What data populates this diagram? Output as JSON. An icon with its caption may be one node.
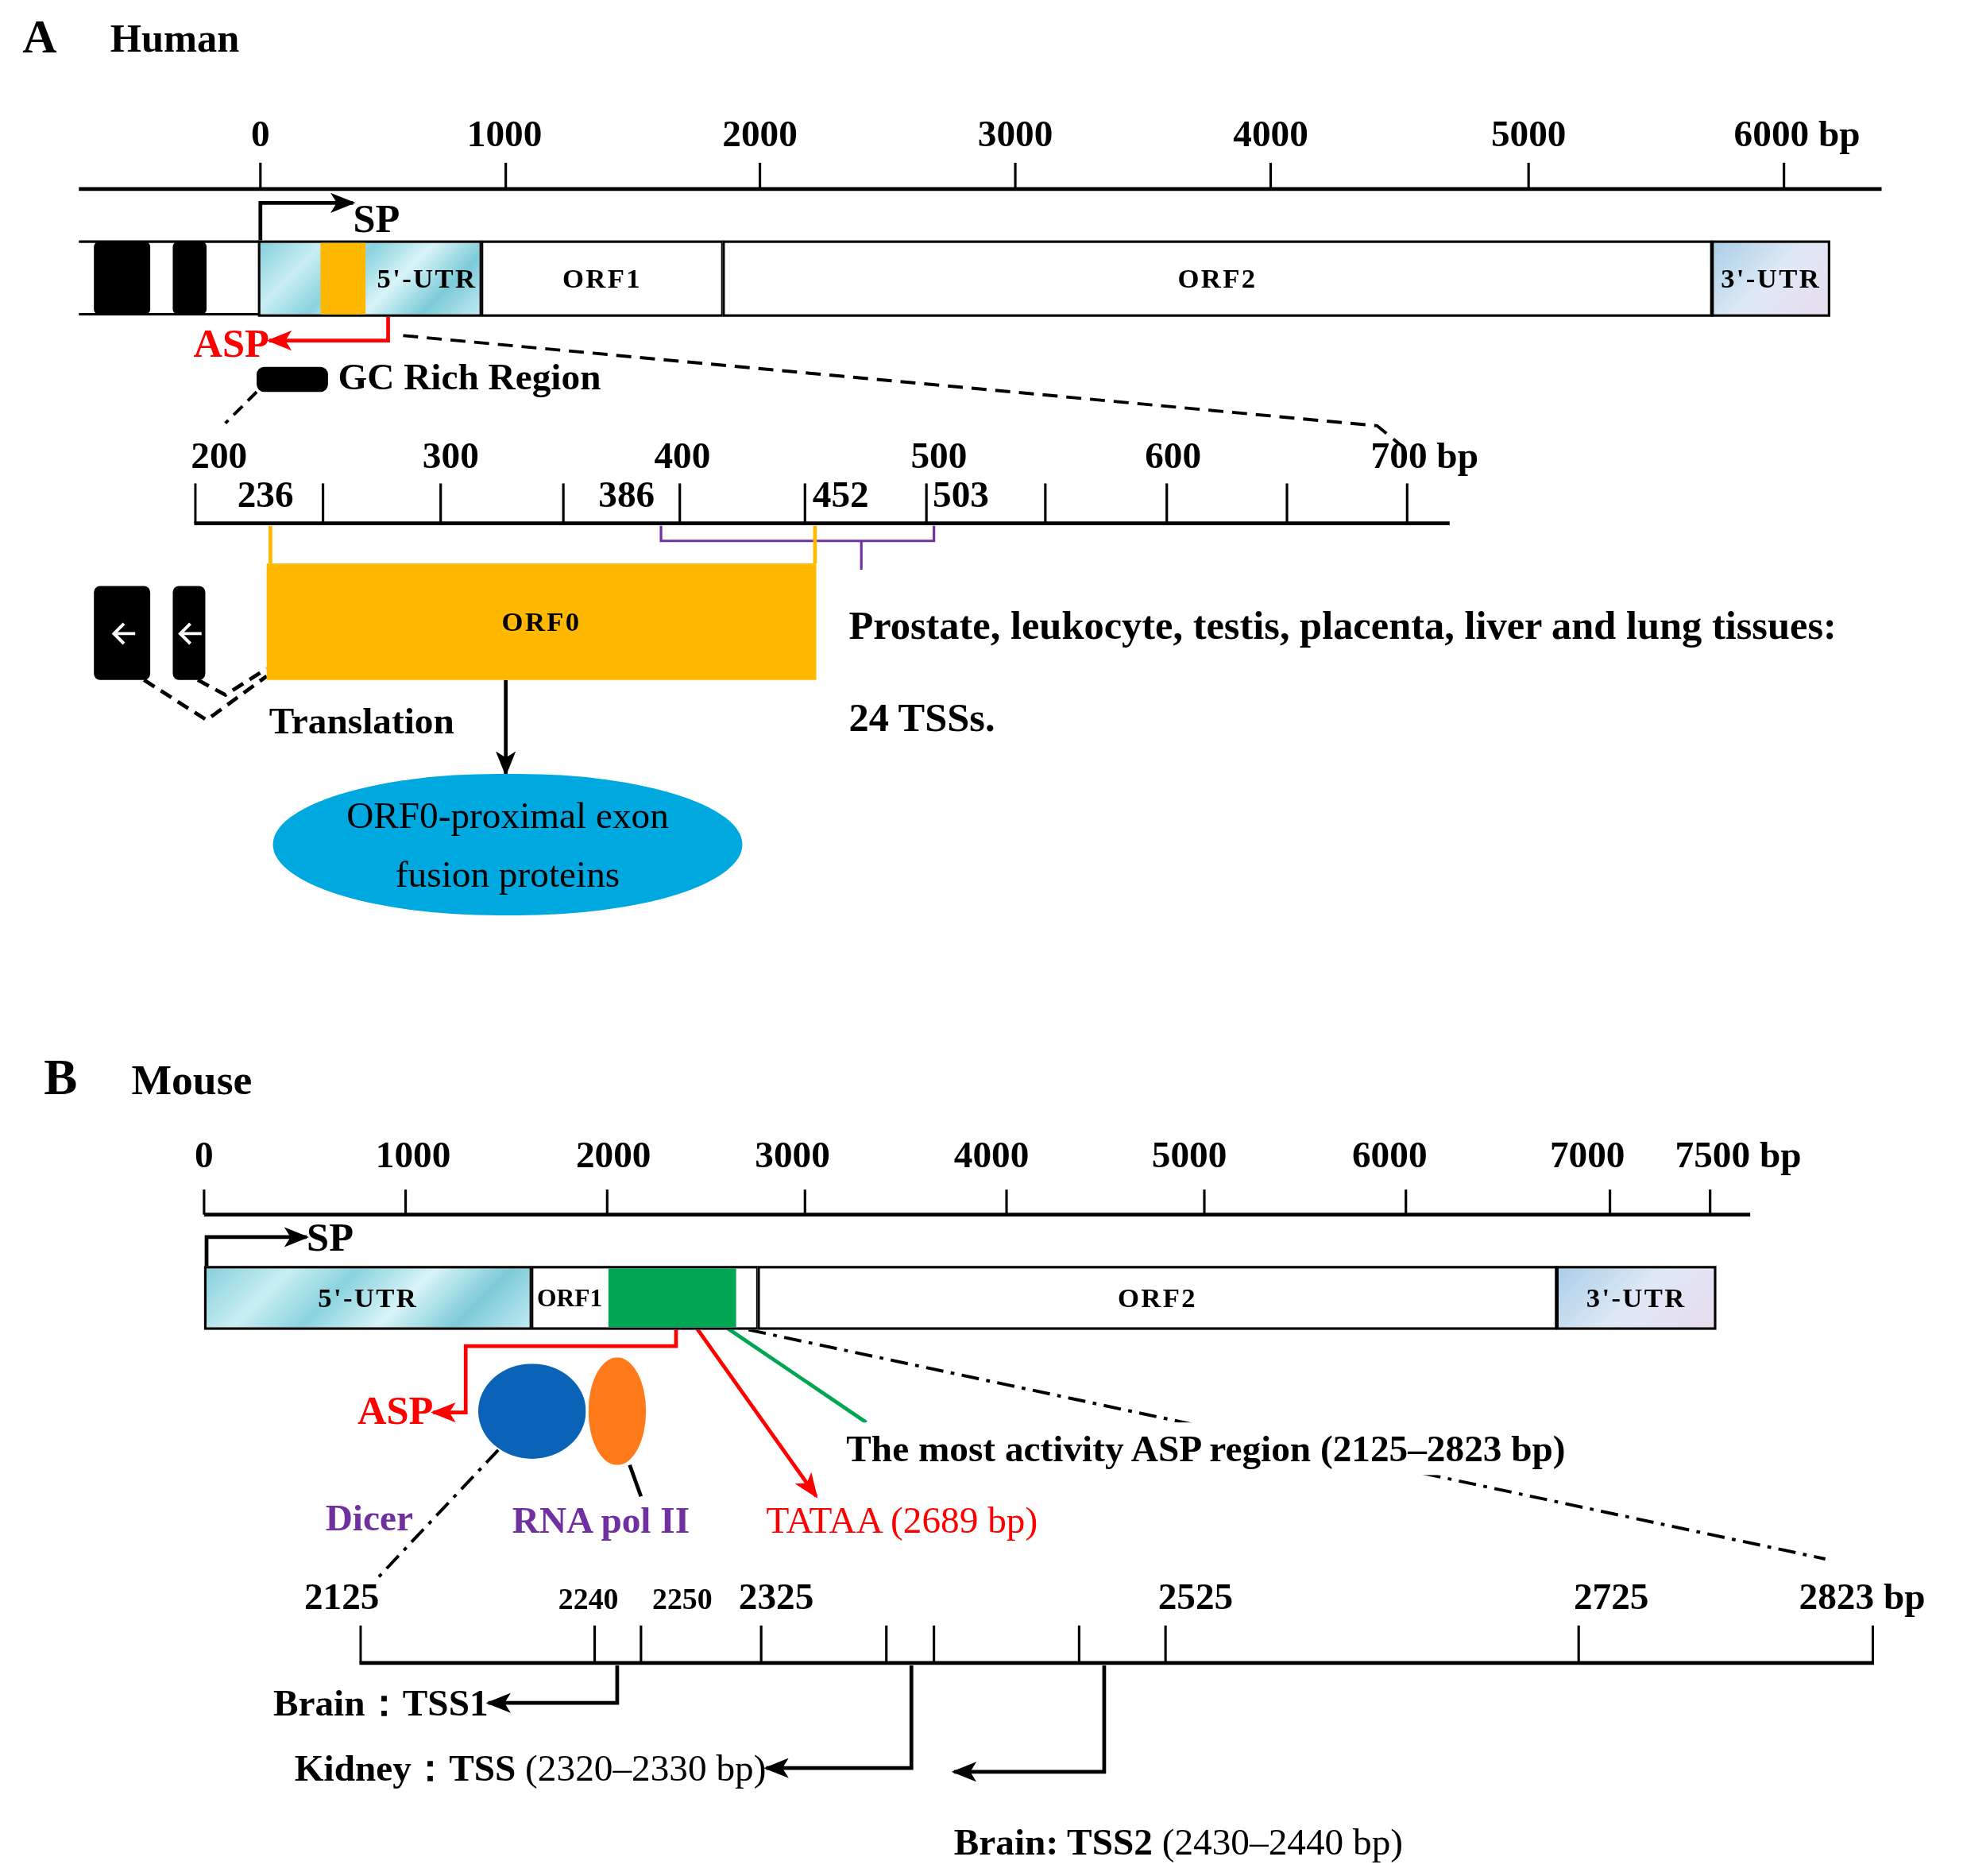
{
  "diagram": {
    "nodes": [
      {
        "text": [
          "5'-UTR"
        ]
      },
      {
        "text": [
          "ORF1"
        ]
      },
      {
        "text": [
          "ORF2"
        ]
      },
      {
        "text": [
          "3'-UTR"
        ]
      },
      {
        "text": [
          "SP"
        ]
      },
      {
        "text": [
          "ASP"
        ]
      },
      {
        "text": [],
        "shape": "box"
      },
      {
        "text": [],
        "shape": "box"
      },
      {
        "text": [
          "ORF0"
        ]
      },
      {
        "text": [
          "ORF0-proximal exon fusion proteins"
        ]
      },
      {
        "text": [
          "5'-UTR"
        ]
      },
      {
        "text": [
          "ORF1"
        ]
      },
      {
        "text": [],
        "shape": "box",
        "in": 11
      },
      {
        "text": [
          "ORF2"
        ]
      },
      {
        "text": [
          "3'-UTR"
        ]
      },
      {
        "text": [
          "SP"
        ]
      },
      {
        "text": [
          "ASP"
        ]
      },
      {
        "text": [],
        "shape": "circle",
        "beside": [
          "Dicer"
        ]
      },
      {
        "text": [],
        "shape": "circle"
      },
      {
        "text": [
          "RNA pol II"
        ]
      },
      {
        "text": [
          "The most activity ASP region (2125–2823 bp)"
        ]
      },
      {
        "text": [
          "TATAA (2689 bp)"
        ]
      },
      {
        "text": [
          "Brain：TSS1"
        ]
      },
      {
        "text": [
          "**Kidney：TSS** (2320–2330 bp)"
        ]
      },
      {
        "text": [
          "**Brain: TSS2** (2430–2440 bp)"
        ]
      },
      {
        "text": [],
        "shape": "bar"
      },
      {
        "text": [],
        "shape": "bar"
      },
      {
        "text": [],
        "shape": "box",
        "in": 0
      }
    ],
    "edges": [
      {
        "from": 0,
        "to": 4,
        "arrow": "to"
      },
      {
        "from": 0,
        "to": 5,
        "arrow": "to",
        "color": "#ff0000"
      },
      {
        "from": 6,
        "to": 8,
        "arrow": "none",
        "style": "dashed"
      },
      {
        "from": 7,
        "to": 8,
        "arrow": "none",
        "style": "dashed"
      },
      {
        "from": 8,
        "to": 9,
        "arrow": "to",
        "label": "Translation"
      },
      {
        "from": 10,
        "to": 15,
        "arrow": "to"
      },
      {
        "from": 12,
        "to": 16,
        "arrow": "to",
        "color": "#ff0000"
      },
      {
        "from": 19,
        "to": 18,
        "arrow": "none"
      },
      {
        "from": 12,
        "to": 20,
        "arrow": "none",
        "color": "#00a651"
      },
      {
        "from": 12,
        "to": 21,
        "arrow": "to",
        "color": "#ff0000"
      },
      {
        "from": 26,
        "to": 22,
        "arrow": "to"
      },
      {
        "from": 26,
        "to": 23,
        "arrow": "to"
      },
      {
        "from": 26,
        "to": 24,
        "arrow": "to"
      },
      {
        "from": 25,
        "to": 8,
        "arrow": "none",
        "color": "#ffb800"
      },
      {
        "from": 25,
        "to": 8,
        "arrow": "none",
        "color": "#ffb800"
      }
    ],
    "labels": [
      "A",
      "Human",
      "0",
      "1000",
      "2000",
      "3000",
      "4000",
      "5000",
      "6000 bp",
      "GC Rich Region",
      "200",
      "300",
      "400",
      "500",
      "600",
      "700 bp",
      "236",
      "386",
      "452",
      "503",
      "Prostate, leukocyte, testis, placenta, liver and lung tissues: 24 TSSs.",
      "B",
      "Mouse",
      "0",
      "1000",
      "2000",
      "3000",
      "4000",
      "5000",
      "6000",
      "7000",
      "7500 bp",
      "2125",
      "2240",
      "2250",
      "2325",
      "2525",
      "2725",
      "2823 bp"
    ]
  }
}
